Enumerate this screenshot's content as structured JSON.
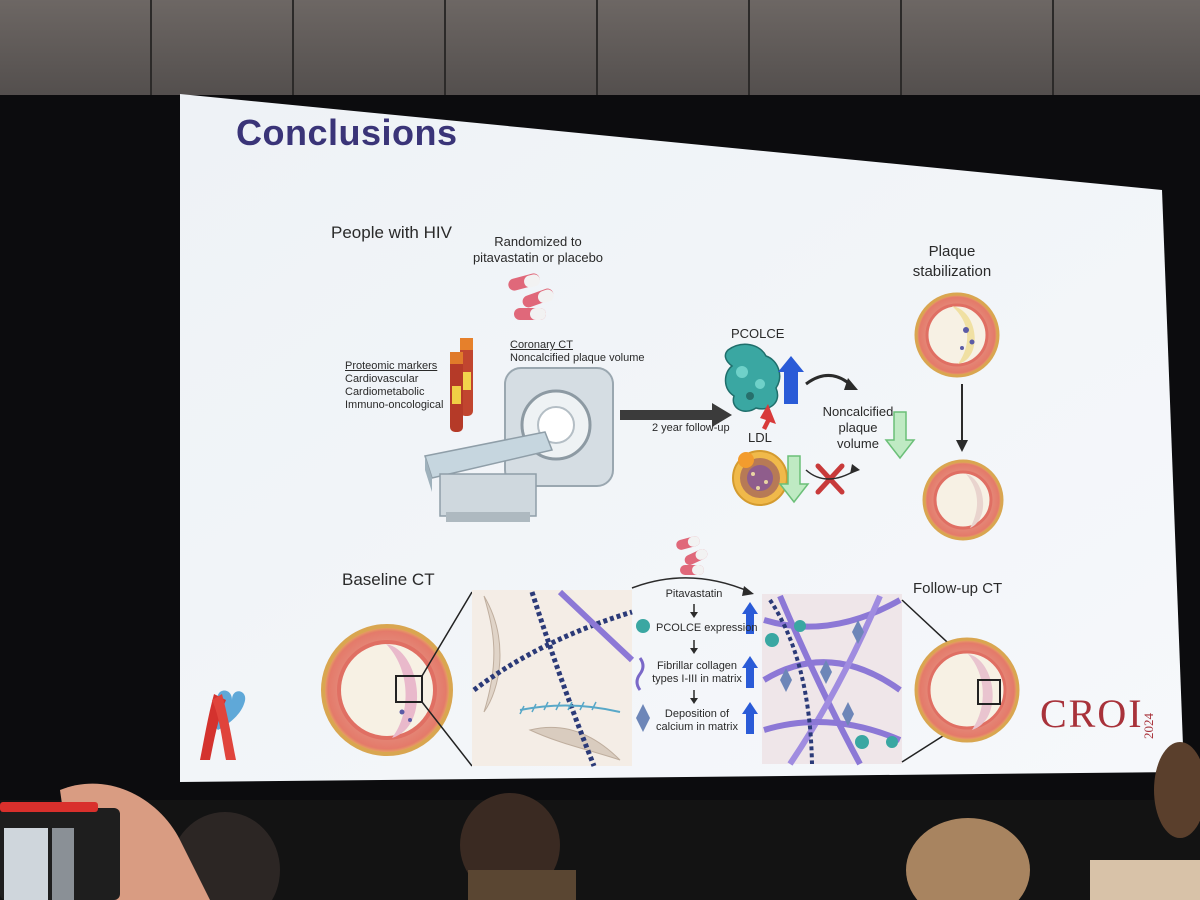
{
  "slide": {
    "title": "Conclusions",
    "top": {
      "people_label": "People with HIV",
      "randomized_line1": "Randomized to",
      "randomized_line2": "pitavastatin or placebo",
      "proteomic_title": "Proteomic markers",
      "proteomic_items": [
        "Cardiovascular",
        "Cardiometabolic",
        "Immuno-oncological"
      ],
      "coronary_title": "Coronary CT",
      "coronary_sub": "Noncalcified plaque volume",
      "followup_label": "2 year follow-up",
      "pcolce_label": "PCOLCE",
      "ldl_label": "LDL",
      "ncpv_line1": "Noncalcified",
      "ncpv_line2": "plaque",
      "ncpv_line3": "volume",
      "plaque_line1": "Plaque",
      "plaque_line2": "stabilization"
    },
    "bottom": {
      "baseline_label": "Baseline CT",
      "followup_ct_label": "Follow-up CT",
      "mech_pitavastatin": "Pitavastatin",
      "mech_pcolce": "PCOLCE expression",
      "mech_collagen_line1": "Fibrillar collagen",
      "mech_collagen_line2": "types I-III in matrix",
      "mech_calcium_line1": "Deposition of",
      "mech_calcium_line2": "calcium in matrix"
    },
    "branding": {
      "croi": "CROI",
      "year": "2024"
    }
  },
  "colors": {
    "title": "#3a3478",
    "arrow_up": "#2a5bd7",
    "arrow_down": "#7dd08a",
    "croi": "#a8323a"
  }
}
